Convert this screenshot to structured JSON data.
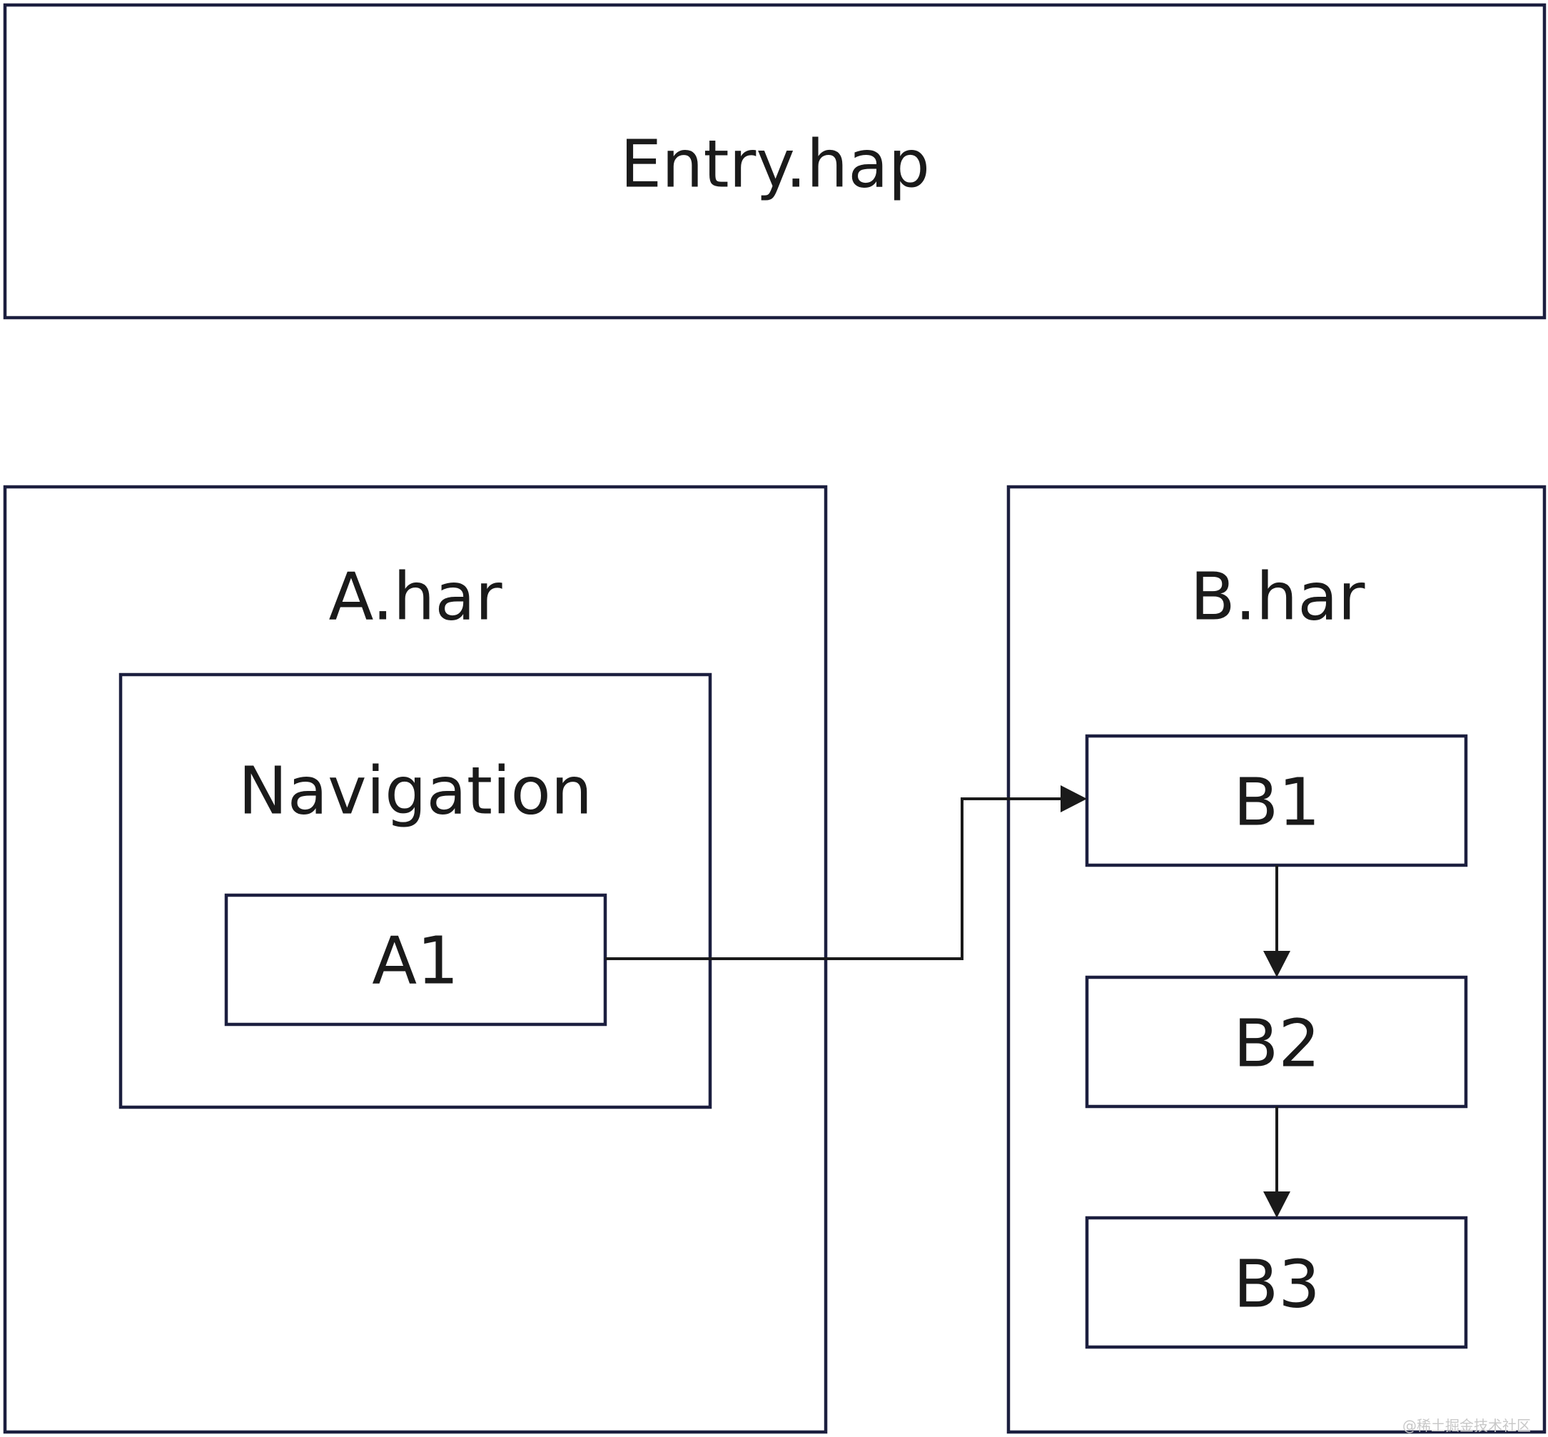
{
  "diagram": {
    "entry": {
      "label": "Entry.hap"
    },
    "module_a": {
      "label": "A.har",
      "navigation": {
        "label": "Navigation",
        "page": {
          "label": "A1"
        }
      }
    },
    "module_b": {
      "label": "B.har",
      "pages": [
        {
          "label": "B1"
        },
        {
          "label": "B2"
        },
        {
          "label": "B3"
        }
      ]
    },
    "edges": [
      {
        "from": "A1",
        "to": "B1"
      },
      {
        "from": "B1",
        "to": "B2"
      },
      {
        "from": "B2",
        "to": "B3"
      }
    ]
  },
  "watermark": "@稀土掘金技术社区",
  "colors": {
    "box_stroke": "#1c1f3f",
    "edge": "#1a1a1a",
    "text": "#1a1a1a"
  }
}
